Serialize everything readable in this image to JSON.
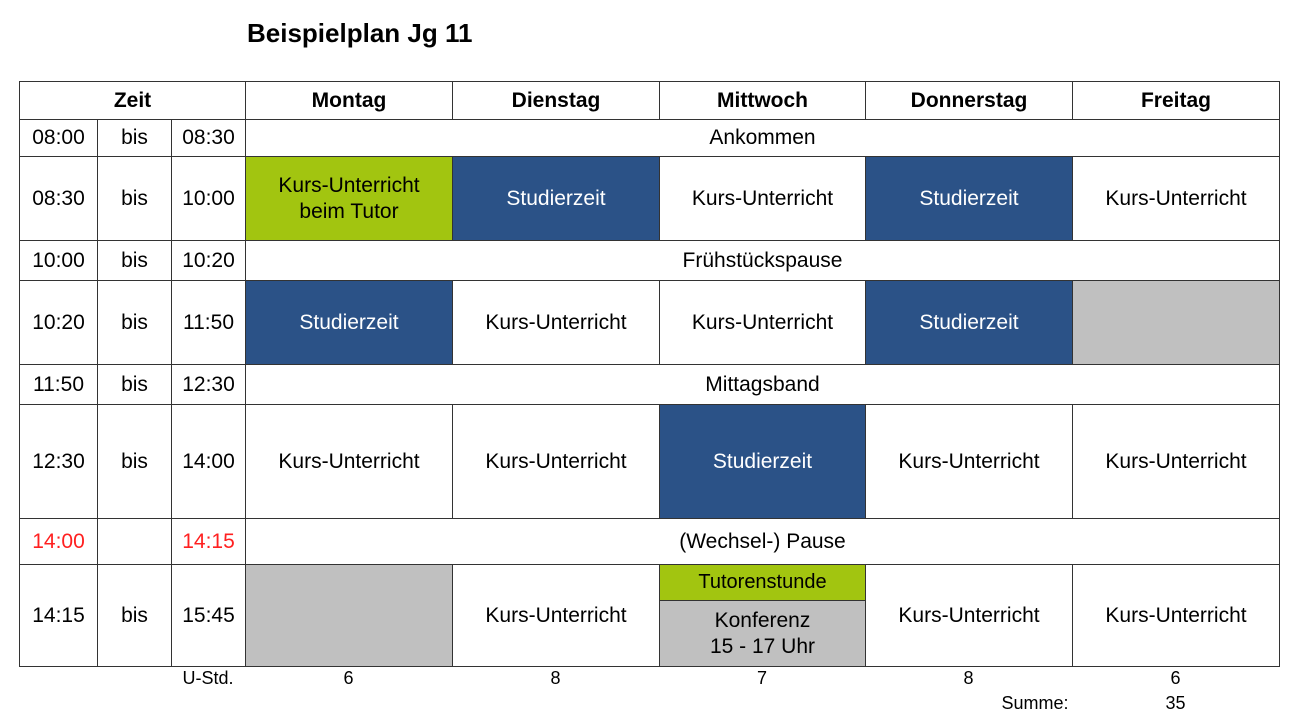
{
  "title": "Beispielplan Jg 11",
  "header": {
    "zeit": "Zeit",
    "days": [
      "Montag",
      "Dienstag",
      "Mittwoch",
      "Donnerstag",
      "Freitag"
    ]
  },
  "rows": [
    {
      "from": "08:00",
      "sep": "bis",
      "to": "08:30",
      "span": "Ankommen"
    },
    {
      "from": "08:30",
      "sep": "bis",
      "to": "10:00",
      "cells": [
        "Kurs-Unterricht beim Tutor",
        "Studierzeit",
        "Kurs-Unterricht",
        "Studierzeit",
        "Kurs-Unterricht"
      ]
    },
    {
      "from": "10:00",
      "sep": "bis",
      "to": "10:20",
      "span": "Frühstückspause"
    },
    {
      "from": "10:20",
      "sep": "bis",
      "to": "11:50",
      "cells": [
        "Studierzeit",
        "Kurs-Unterricht",
        "Kurs-Unterricht",
        "Studierzeit",
        ""
      ]
    },
    {
      "from": "11:50",
      "sep": "bis",
      "to": "12:30",
      "span": "Mittagsband"
    },
    {
      "from": "12:30",
      "sep": "bis",
      "to": "14:00",
      "cells": [
        "Kurs-Unterricht",
        "Kurs-Unterricht",
        "Studierzeit",
        "Kurs-Unterricht",
        "Kurs-Unterricht"
      ]
    },
    {
      "from": "14:00",
      "to": "14:15",
      "span": "(Wechsel-) Pause"
    },
    {
      "from": "14:15",
      "sep": "bis",
      "to": "15:45",
      "cells": [
        "",
        "Kurs-Unterricht",
        {
          "top": "Tutorenstunde",
          "bottom1": "Konferenz",
          "bottom2": "15 - 17 Uhr"
        },
        "Kurs-Unterricht",
        "Kurs-Unterricht"
      ]
    }
  ],
  "footer": {
    "label": "U-Std.",
    "hours": [
      "6",
      "8",
      "7",
      "8",
      "6"
    ],
    "sum_label": "Summe:",
    "sum": "35"
  },
  "colors": {
    "studierzeit": "#2b5287",
    "tutor": "#a2c510",
    "empty": "#c0c0c0",
    "pause_time": "#ff2020"
  }
}
